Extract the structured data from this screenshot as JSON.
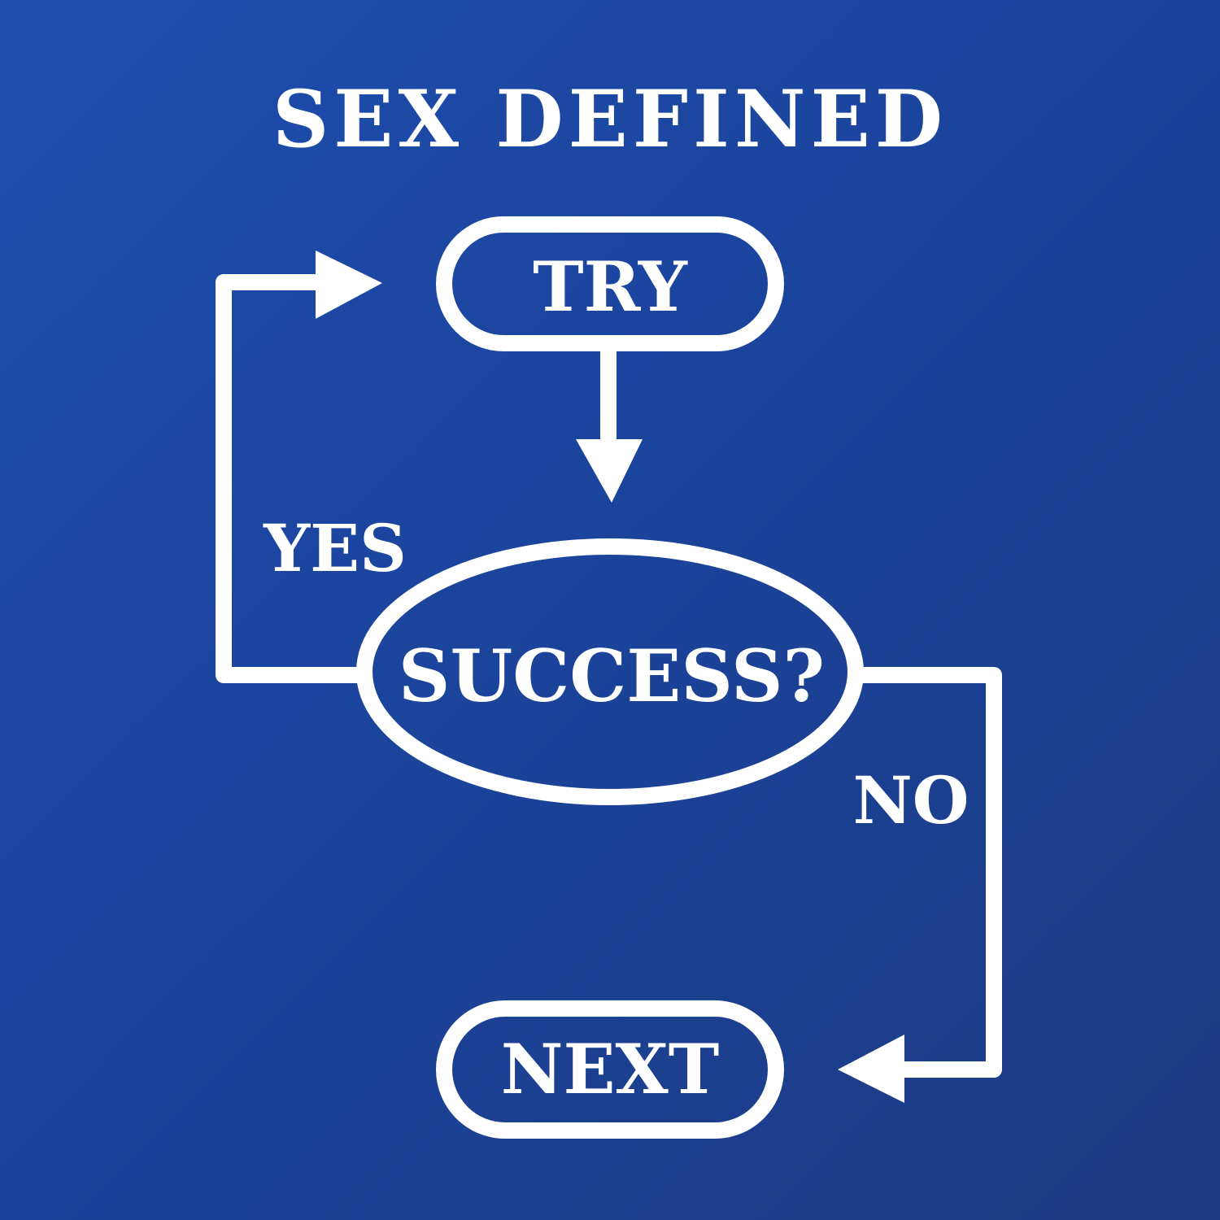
{
  "title": "SEX DEFINED",
  "nodes": {
    "start": "TRY",
    "decision": "SUCCESS?",
    "end": "NEXT"
  },
  "edges": {
    "yes": "YES",
    "no": "NO"
  },
  "colors": {
    "background": "#1b449c",
    "ink": "#ffffff"
  }
}
